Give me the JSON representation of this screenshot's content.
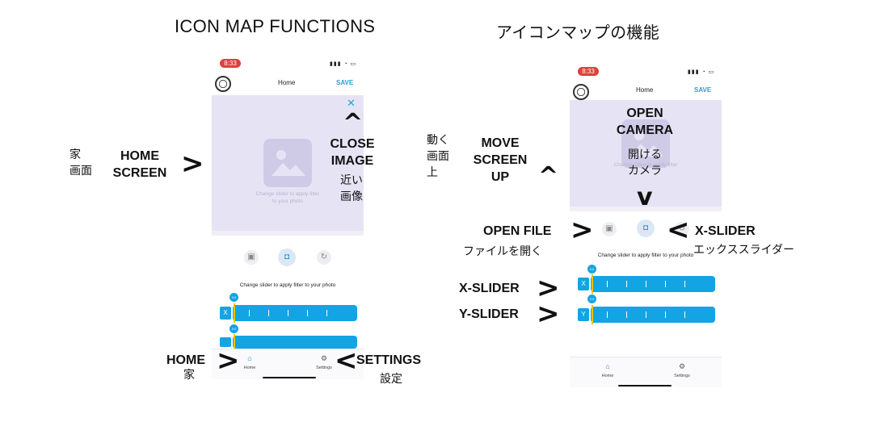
{
  "titles": {
    "left": "ICON MAP FUNCTIONS",
    "right": "アイコンマップの機能"
  },
  "phone": {
    "status_time": "8:33",
    "status_icons": "▮▮▮ ◔ ▭",
    "nav_title": "Home",
    "save_label": "SAVE",
    "close_glyph": "✕",
    "placeholder_caption_line1": "Change slider to apply filter",
    "placeholder_caption_line2": "to your photo",
    "slider_hint": "Change slider to apply filter to your photo",
    "x_key": "X",
    "y_key": "Y",
    "tabs": [
      {
        "label": "Home"
      },
      {
        "label": "Settings"
      }
    ],
    "icons": {
      "avatar": "profile-avatar",
      "open_file": "gallery-icon",
      "camera": "camera-icon",
      "reset": "refresh-icon",
      "home_tab": "home-icon",
      "settings_tab": "gear-icon"
    }
  },
  "left_annotations": {
    "home_screen_jp_line1": "家",
    "home_screen_jp_line2": "画面",
    "home_screen_line1": "HOME",
    "home_screen_line2": "SCREEN",
    "close_image_line1": "CLOSE",
    "close_image_line2": "IMAGE",
    "close_image_jp_line1": "近い",
    "close_image_jp_line2": "画像",
    "home_tab": "HOME",
    "home_tab_jp": "家",
    "settings_tab": "SETTINGS",
    "settings_tab_jp": "設定"
  },
  "right_annotations": {
    "move_up_jp_line1": "動く",
    "move_up_jp_line2": "画面",
    "move_up_jp_line3": "上",
    "move_up_line1": "MOVE",
    "move_up_line2": "SCREEN",
    "move_up_line3": "UP",
    "open_camera_line1": "OPEN",
    "open_camera_line2": "CAMERA",
    "open_camera_jp_line1": "開ける",
    "open_camera_jp_line2": "カメラ",
    "open_file": "OPEN FILE",
    "open_file_jp": "ファイルを開く",
    "x_slider_top": "X-SLIDER",
    "x_slider_top_jp": "エックススライダー",
    "x_slider": "X-SLIDER",
    "y_slider": "Y-SLIDER"
  },
  "arrows": {
    "right": ">",
    "left": "<",
    "up": "^",
    "down": "v"
  }
}
